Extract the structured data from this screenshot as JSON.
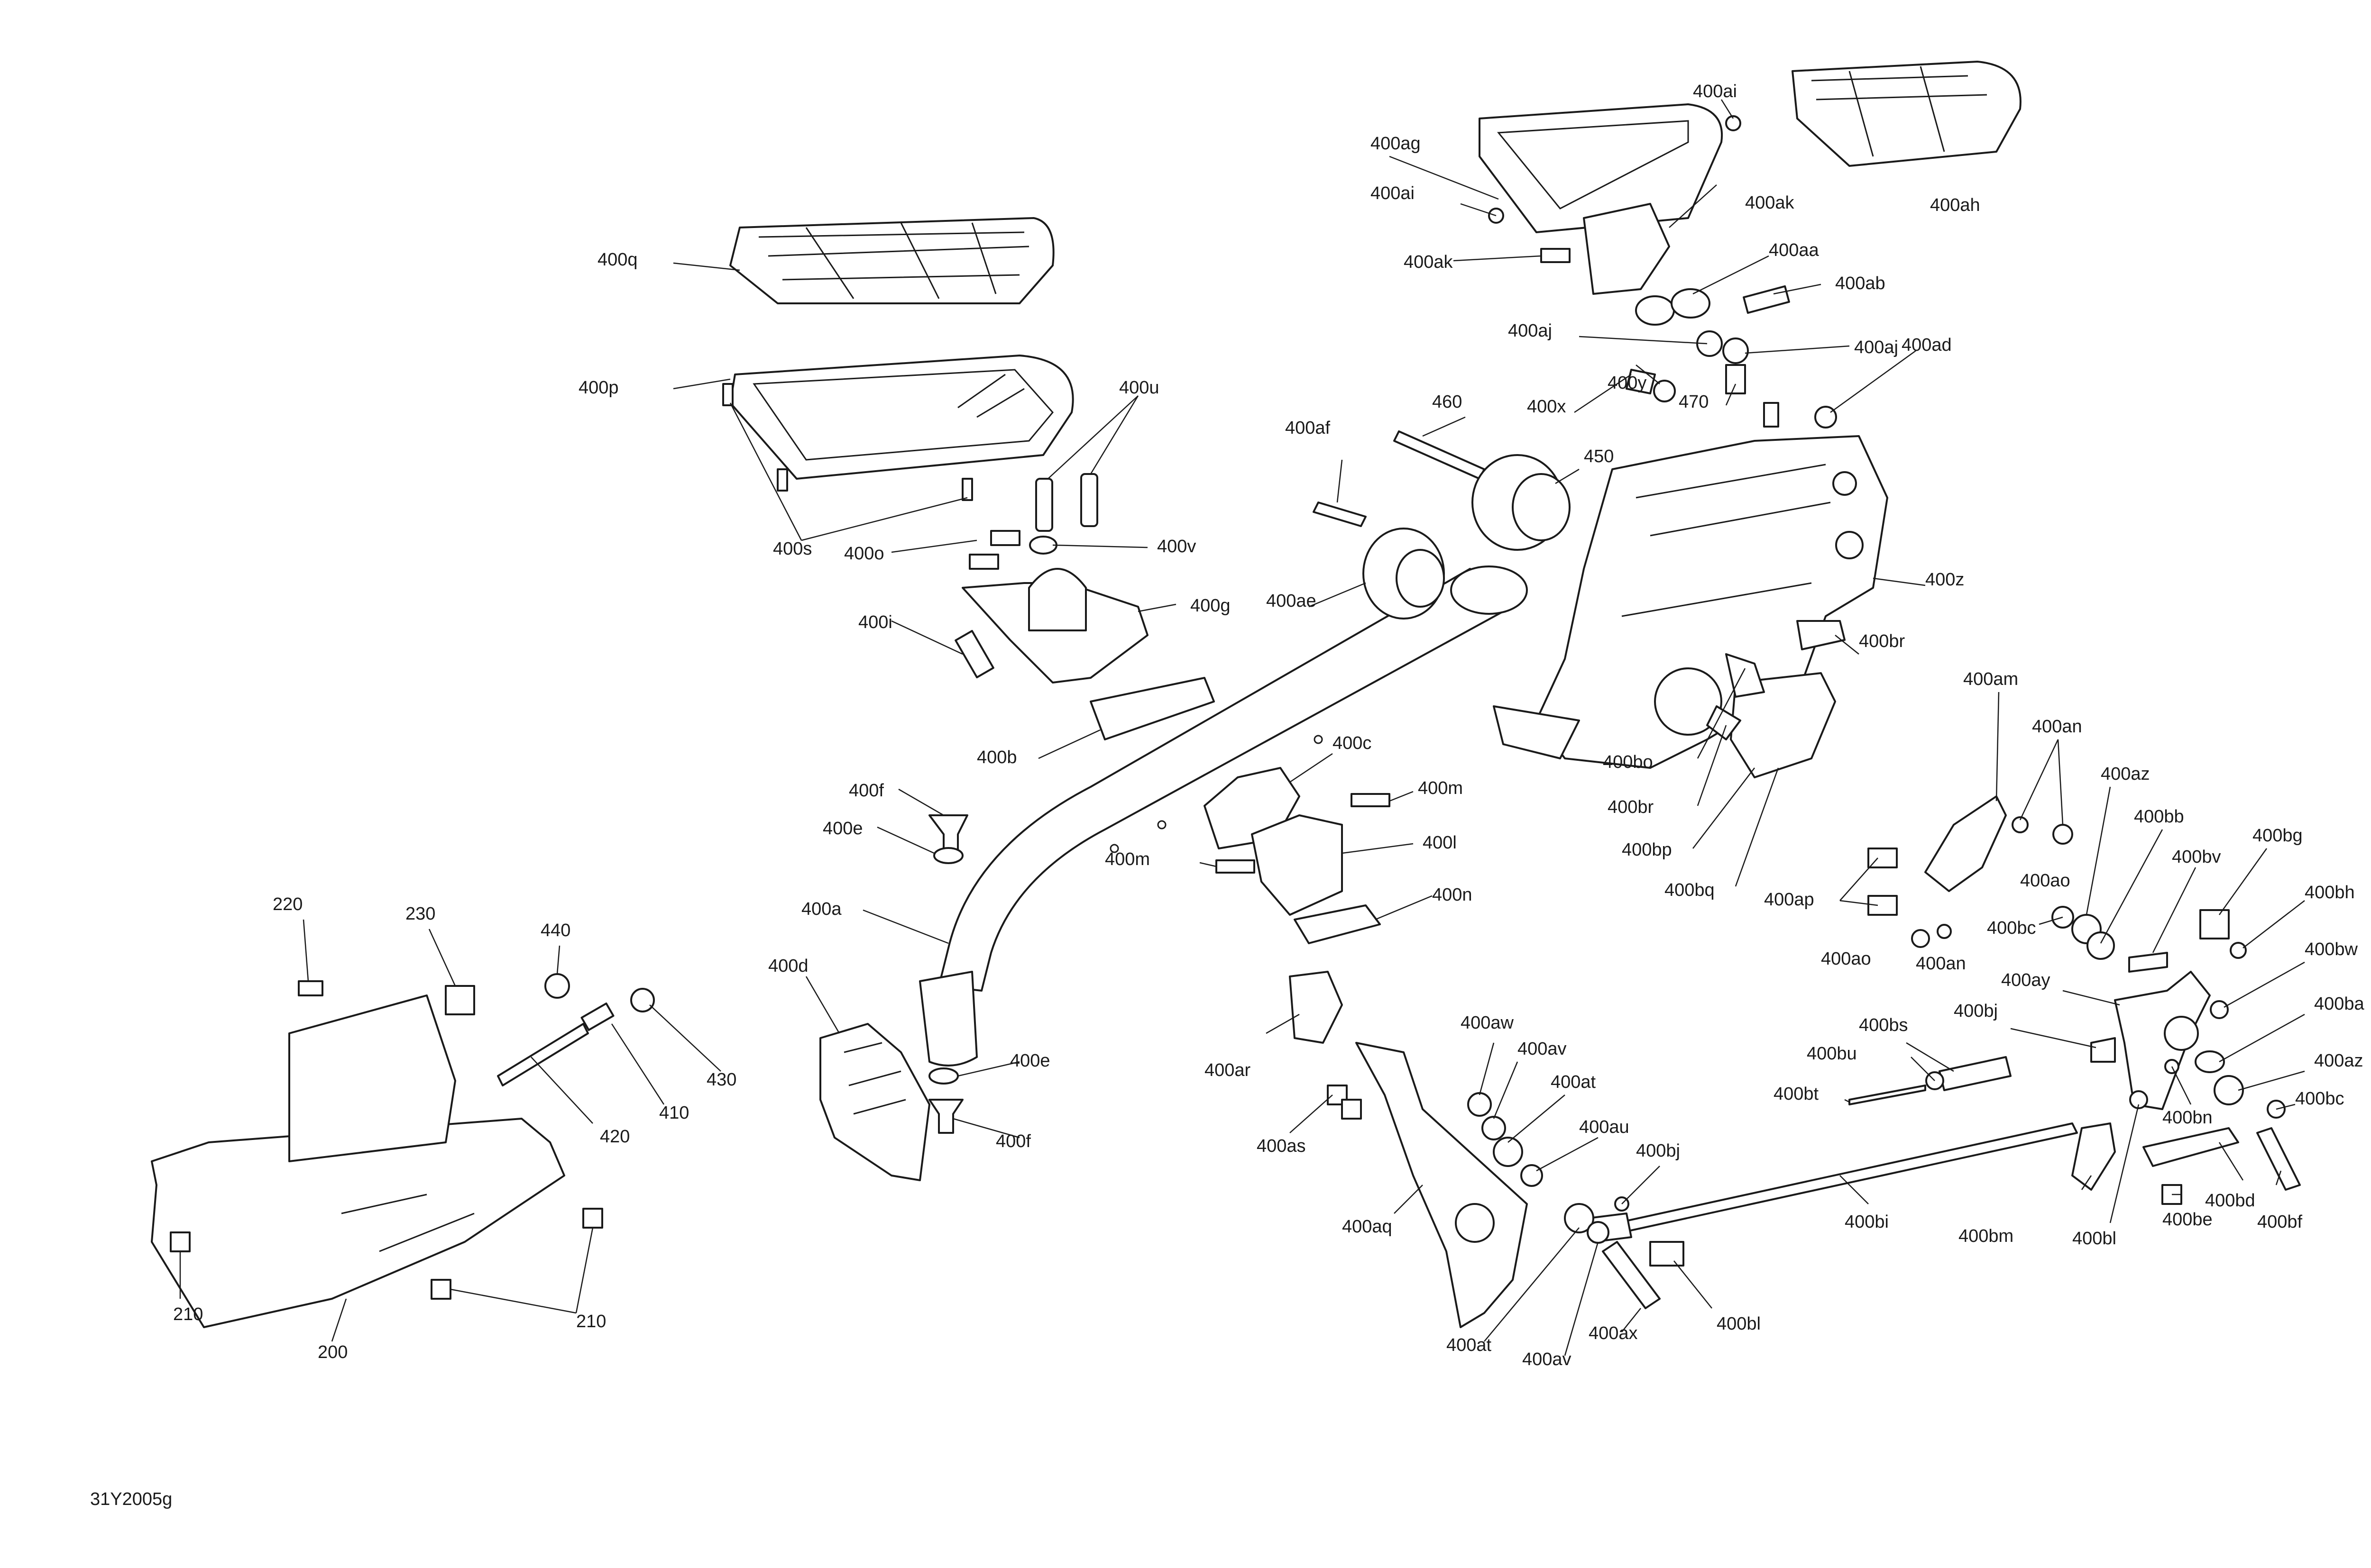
{
  "diagram": {
    "figure_code": "31Y2005g",
    "callouts": [
      "400q",
      "400p",
      "400u",
      "400s",
      "400o",
      "400v",
      "400g",
      "400i",
      "400b",
      "400f",
      "400e",
      "400a",
      "400d",
      "400ag",
      "400ai",
      "400ai",
      "400ak",
      "400ak",
      "400ah",
      "400aa",
      "400ab",
      "400aj",
      "400aj",
      "400ad",
      "460",
      "400x",
      "400y",
      "470",
      "400af",
      "450",
      "400ae",
      "400z",
      "400c",
      "400m",
      "400l",
      "400m",
      "400n",
      "400e",
      "400f",
      "400br",
      "400bo",
      "400br",
      "400bp",
      "400bq",
      "400am",
      "400an",
      "400az",
      "400bb",
      "400bv",
      "400bg",
      "400bh",
      "400ap",
      "400ao",
      "400bc",
      "400ao",
      "400an",
      "400bw",
      "400ay",
      "400bj",
      "400ba",
      "400bs",
      "400bu",
      "400az",
      "400bt",
      "400bc",
      "400bn",
      "400aw",
      "400av",
      "400at",
      "400au",
      "400ar",
      "400as",
      "400bj",
      "400aq",
      "400bi",
      "400bm",
      "400bl",
      "400bd",
      "400be",
      "400bf",
      "400bl",
      "400at",
      "400av",
      "400ax",
      "220",
      "230",
      "440",
      "430",
      "410",
      "420",
      "210",
      "210",
      "200"
    ]
  }
}
